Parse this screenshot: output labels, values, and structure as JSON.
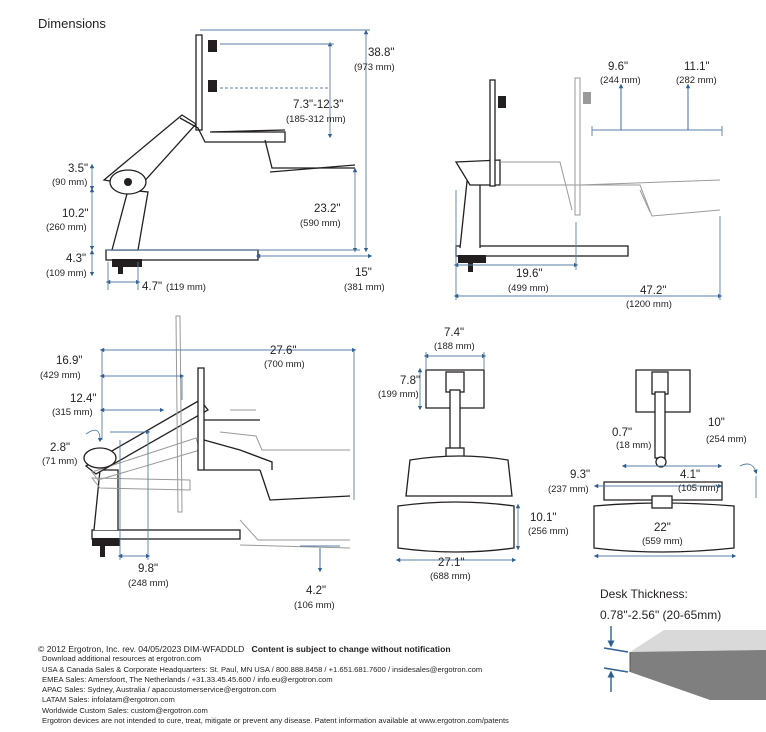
{
  "title": "Dimensions",
  "fig1": {
    "overall_height": "38.8\"",
    "overall_height_mm": "(973 mm)",
    "range": "7.3\"-12.3\"",
    "range_mm": "(185-312 mm)",
    "arm": "3.5\"",
    "arm_mm": "(90 mm)",
    "post": "10.2\"",
    "post_mm": "(260 mm)",
    "base": "4.3\"",
    "base_mm": "(109 mm)",
    "kb_height": "23.2\"",
    "kb_height_mm": "(590 mm)",
    "depth": "15\"",
    "depth_mm": "(381 mm)",
    "clamp": "4.7\"",
    "clamp_mm": "(119 mm)"
  },
  "fig2": {
    "a": "9.6\"",
    "a_mm": "(244 mm)",
    "b": "11.1\"",
    "b_mm": "(282 mm)",
    "c": "19.6\"",
    "c_mm": "(499 mm)",
    "d": "47.2\"",
    "d_mm": "(1200 mm)"
  },
  "fig3": {
    "a": "16.9\"",
    "a_mm": "(429 mm)",
    "b": "27.6\"",
    "b_mm": "(700 mm)",
    "c": "12.4\"",
    "c_mm": "(315 mm)",
    "d": "2.8\"",
    "d_mm": "(71 mm)",
    "e": "9.8\"",
    "e_mm": "(248 mm)",
    "f": "4.2\"",
    "f_mm": "(106 mm)"
  },
  "fig4": {
    "a": "7.4\"",
    "a_mm": "(188 mm)",
    "b": "7.8\"",
    "b_mm": "(199 mm)",
    "c": "10.1\"",
    "c_mm": "(256 mm)",
    "d": "27.1\"",
    "d_mm": "(688 mm)"
  },
  "fig5": {
    "a": "0.7\"",
    "a_mm": "(18 mm)",
    "b": "10\"",
    "b_mm": "(254 mm)",
    "c": "9.3\"",
    "c_mm": "(237 mm)",
    "d": "4.1\"",
    "d_mm": "(105 mm)",
    "e": "22\"",
    "e_mm": "(559 mm)"
  },
  "desk": {
    "title": "Desk Thickness:",
    "value": "0.78\"-2.56\" (20-65mm)"
  },
  "footer": {
    "copyright": "© 2012 Ergotron, Inc.   rev. 04/05/2023 DIM-WFADDLD",
    "notice": "Content is subject to change without notification",
    "lines": [
      "Download additional resources at ergotron.com",
      "USA & Canada Sales & Corporate Headquarters: St. Paul, MN USA / 800.888.8458 / +1.651.681.7600 / insidesales@ergotron.com",
      "EMEA Sales: Amersfoort, The Netherlands / +31.33.45.45.600 / info.eu@ergotron.com",
      "APAC Sales: Sydney, Australia / apaccustomerservice@ergotron.com",
      "LATAM Sales: infolatam@ergotron.com",
      "Worldwide Custom Sales: custom@ergotron.com",
      "Ergotron devices are not intended to cure, treat, mitigate or prevent any disease. Patent information available at www.ergotron.com/patents"
    ]
  },
  "colors": {
    "dimension_line": "#5b7fa6",
    "arrow": "#2f5f93",
    "drawing": "#231f20"
  }
}
